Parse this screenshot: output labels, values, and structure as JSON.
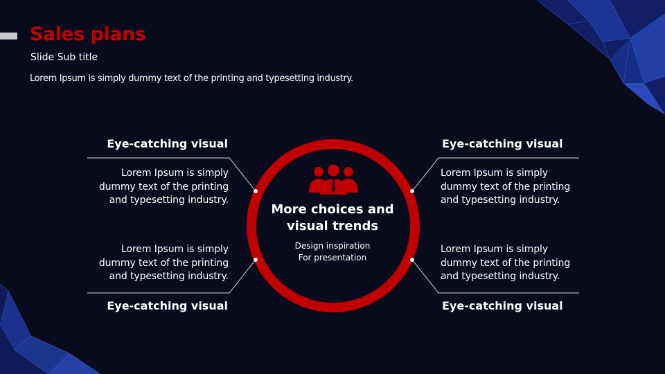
{
  "header": {
    "title": "Sales plans",
    "subtitle": "Slide Sub title",
    "body": "Lorem Ipsum is simply dummy text of the printing and typesetting industry."
  },
  "center": {
    "title_line1": "More choices and",
    "title_line2": "visual trends",
    "sub_line1": "Design inspiration",
    "sub_line2": "For presentation",
    "icon": "people-group-icon"
  },
  "items": [
    {
      "heading": "Eye-catching visual",
      "line1": "Lorem Ipsum is simply",
      "line2": "dummy text of the printing",
      "line3": "and typesetting industry."
    },
    {
      "heading": "Eye-catching visual",
      "line1": "Lorem Ipsum is simply",
      "line2": "dummy text of the printing",
      "line3": "and typesetting industry."
    },
    {
      "heading": "Eye-catching visual",
      "line1": "Lorem Ipsum is simply",
      "line2": "dummy text of the printing",
      "line3": "and typesetting industry."
    },
    {
      "heading": "Eye-catching visual",
      "line1": "Lorem Ipsum is simply",
      "line2": "dummy text of the printing",
      "line3": "and typesetting industry."
    }
  ],
  "colors": {
    "background": "#070b1c",
    "accent": "#c00000",
    "ring": "#c00000",
    "text": "#ffffff",
    "polygon": "#1e3a9a"
  }
}
